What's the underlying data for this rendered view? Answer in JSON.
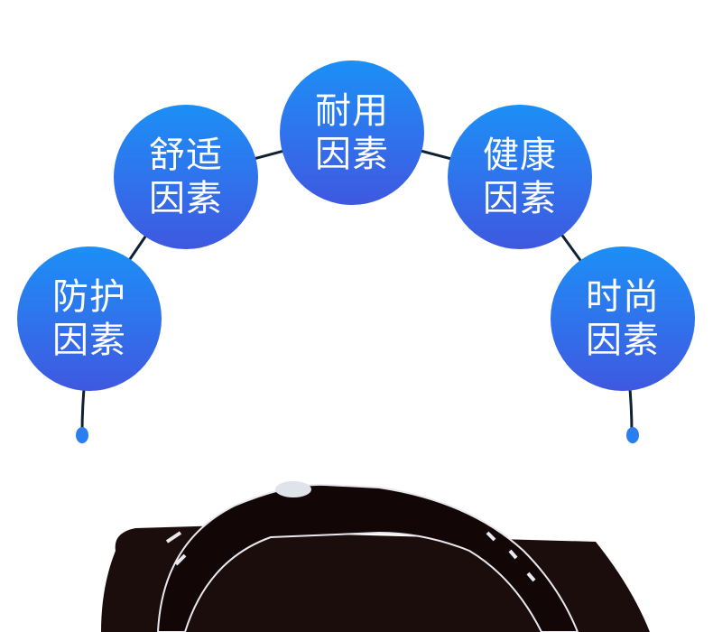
{
  "factors": [
    {
      "line1": "防护",
      "line2": "因素"
    },
    {
      "line1": "舒适",
      "line2": "因素"
    },
    {
      "line1": "耐用",
      "line2": "因素"
    },
    {
      "line1": "健康",
      "line2": "因素"
    },
    {
      "line1": "时尚",
      "line2": "因素"
    }
  ],
  "colors": {
    "bubble_top": "#1c8ff6",
    "bubble_bottom": "#3e58e0",
    "connector": "#0f2233",
    "dot": "#2a7ff0",
    "helmet": "#1a0c0c"
  }
}
